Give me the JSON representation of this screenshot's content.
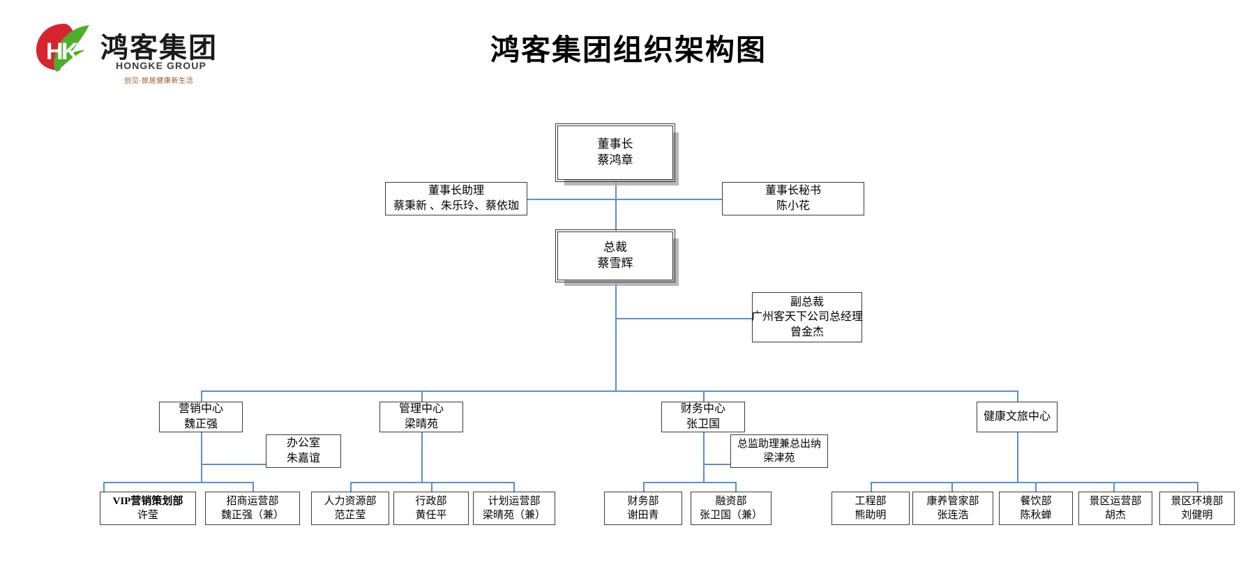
{
  "brand": {
    "logo_icon": "hongke-leaf-logo",
    "name_zh": "鸿客集团",
    "name_en": "HONGKE GROUP",
    "tagline": "创见·旅居健康新生活"
  },
  "title": "鸿客集团组织架构图",
  "colors": {
    "connector": "#5b8fc9",
    "box_border": "#3a3a3a",
    "logo_red": "#d9232e",
    "logo_green": "#4caf2a",
    "shadow": "#aaaaaa"
  },
  "chart_data": {
    "type": "diagram",
    "title": "鸿客集团组织架构图",
    "nodes": [
      {
        "id": "chairman",
        "title": "董事长",
        "person": "蔡鸿章",
        "level": 0
      },
      {
        "id": "chair-asst",
        "title": "董事长助理",
        "person": "蔡秉新 、朱乐玲、蔡依珈",
        "level": 1
      },
      {
        "id": "chair-sec",
        "title": "董事长秘书",
        "person": "陈小花",
        "level": 1
      },
      {
        "id": "president",
        "title": "总裁",
        "person": "蔡雪辉",
        "level": 1
      },
      {
        "id": "vice-pres",
        "title": "副总裁",
        "subtitle": "广州客天下公司总经理",
        "person": "曾金杰",
        "level": 2
      },
      {
        "id": "mkt-center",
        "title": "营销中心",
        "person": "魏正强",
        "level": 3
      },
      {
        "id": "mgmt-center",
        "title": "管理中心",
        "person": "梁晴苑",
        "level": 3
      },
      {
        "id": "fin-center",
        "title": "财务中心",
        "person": "张卫国",
        "level": 3
      },
      {
        "id": "health-center",
        "title": "健康文旅中心",
        "person": "",
        "level": 3
      },
      {
        "id": "office",
        "title": "办公室",
        "person": "朱嘉谊",
        "level": 4
      },
      {
        "id": "fin-assist",
        "title": "总监助理兼总出纳",
        "person": "梁津苑",
        "level": 4
      },
      {
        "id": "vip-mkt",
        "title": "VIP营销策划部",
        "person": "许莹",
        "level": 5,
        "parent": "mkt-center"
      },
      {
        "id": "invest-op",
        "title": "招商运营部",
        "person": "魏正强（兼）",
        "level": 5,
        "parent": "mkt-center"
      },
      {
        "id": "hr",
        "title": "人力资源部",
        "person": "范芷莹",
        "level": 5,
        "parent": "mgmt-center"
      },
      {
        "id": "admin",
        "title": "行政部",
        "person": "黄任平",
        "level": 5,
        "parent": "mgmt-center"
      },
      {
        "id": "plan-op",
        "title": "计划运营部",
        "person": "梁晴苑（兼）",
        "level": 5,
        "parent": "mgmt-center"
      },
      {
        "id": "finance",
        "title": "财务部",
        "person": "谢田青",
        "level": 5,
        "parent": "fin-center"
      },
      {
        "id": "funding",
        "title": "融资部",
        "person": "张卫国（兼）",
        "level": 5,
        "parent": "fin-center"
      },
      {
        "id": "engineer",
        "title": "工程部",
        "person": "熊助明",
        "level": 5,
        "parent": "health-center"
      },
      {
        "id": "kangyang",
        "title": "康养管家部",
        "person": "张连浩",
        "level": 5,
        "parent": "health-center"
      },
      {
        "id": "catering",
        "title": "餐饮部",
        "person": "陈秋蝉",
        "level": 5,
        "parent": "health-center"
      },
      {
        "id": "scenic-op",
        "title": "景区运营部",
        "person": "胡杰",
        "level": 5,
        "parent": "health-center"
      },
      {
        "id": "scenic-env",
        "title": "景区环境部",
        "person": "刘健明",
        "level": 5,
        "parent": "health-center"
      }
    ]
  }
}
